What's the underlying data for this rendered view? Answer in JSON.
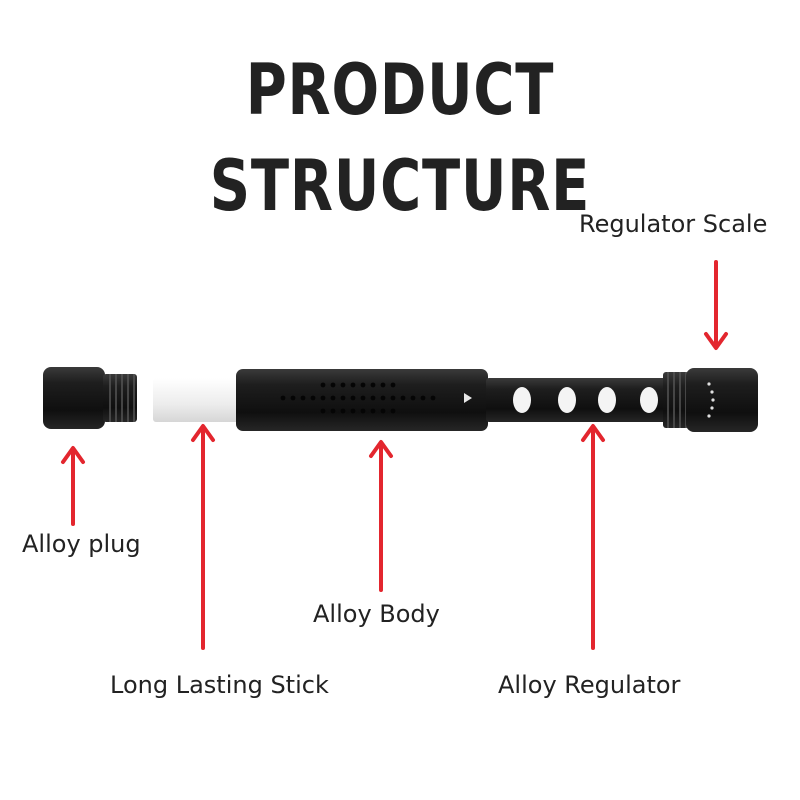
{
  "title": "PRODUCT STRUCTURE",
  "labels": {
    "regulator_scale": "Regulator Scale",
    "alloy_plug": "Alloy plug",
    "alloy_body": "Alloy Body",
    "long_lasting_stick": "Long Lasting Stick",
    "alloy_regulator": "Alloy Regulator"
  },
  "colors": {
    "arrow": "#e3262e",
    "product": "#1c1c1c",
    "stick": "#f2f2f2",
    "text": "#222222"
  }
}
